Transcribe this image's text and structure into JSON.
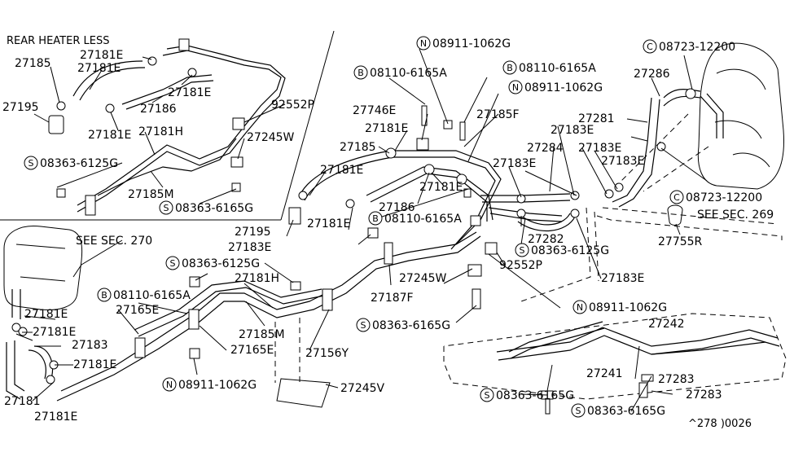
{
  "labels": [
    {
      "text": "REAR HEATER LESS",
      "name": "rear-heater-less-title"
    },
    {
      "text": "27181E",
      "name": "label-27181e"
    },
    {
      "text": "27185",
      "name": "label-27185"
    },
    {
      "text": "27181E",
      "name": "label-27181e"
    },
    {
      "text": "27195",
      "name": "label-27195"
    },
    {
      "text": "27181E",
      "name": "label-27181e"
    },
    {
      "text": "27186",
      "name": "label-27186"
    },
    {
      "text": "27181E",
      "name": "label-27181e"
    },
    {
      "text": "27181H",
      "name": "label-27181h"
    },
    {
      "text": "92552P",
      "name": "label-92552p"
    },
    {
      "text": "27245W",
      "name": "label-27245w"
    },
    {
      "text": "08363-6125G",
      "prefix": "S",
      "name": "label-08363-6125g"
    },
    {
      "text": "27185M",
      "name": "label-27185m"
    },
    {
      "text": "08363-6165G",
      "prefix": "S",
      "name": "label-08363-6165g"
    },
    {
      "text": "SEE SEC. 270",
      "name": "label-see-sec-270"
    },
    {
      "text": "08363-6125G",
      "prefix": "S",
      "name": "label-08363-6125g"
    },
    {
      "text": "27181H",
      "name": "label-27181h"
    },
    {
      "text": "08110-6165A",
      "prefix": "B",
      "name": "label-08110-6165a"
    },
    {
      "text": "27181E",
      "name": "label-27181e"
    },
    {
      "text": "27165E",
      "name": "label-27165e"
    },
    {
      "text": "27181E",
      "name": "label-27181e"
    },
    {
      "text": "27183",
      "name": "label-27183"
    },
    {
      "text": "27181E",
      "name": "label-27181e"
    },
    {
      "text": "27185M",
      "name": "label-27185m"
    },
    {
      "text": "27165E",
      "name": "label-27165e"
    },
    {
      "text": "27156Y",
      "name": "label-27156y"
    },
    {
      "text": "27181",
      "name": "label-27181"
    },
    {
      "text": "27181E",
      "name": "label-27181e"
    },
    {
      "text": "08911-1062G",
      "prefix": "N",
      "name": "label-08911-1062g"
    },
    {
      "text": "27245V",
      "name": "label-27245v"
    },
    {
      "text": "08911-1062G",
      "prefix": "N",
      "name": "label-08911-1062g"
    },
    {
      "text": "08110-6165A",
      "prefix": "B",
      "name": "label-08110-6165a"
    },
    {
      "text": "08110-6165A",
      "prefix": "B",
      "name": "label-08110-6165a"
    },
    {
      "text": "08911-1062G",
      "prefix": "N",
      "name": "label-08911-1062g"
    },
    {
      "text": "27746E",
      "name": "label-27746e"
    },
    {
      "text": "27185F",
      "name": "label-27185f"
    },
    {
      "text": "27181E",
      "name": "label-27181e"
    },
    {
      "text": "27183E",
      "name": "label-27183e"
    },
    {
      "text": "27185",
      "name": "label-27185"
    },
    {
      "text": "27284",
      "name": "label-27284"
    },
    {
      "text": "27183E",
      "name": "label-27183e"
    },
    {
      "text": "27181E",
      "name": "label-27181e"
    },
    {
      "text": "27183E",
      "name": "label-27183e"
    },
    {
      "text": "27183E",
      "name": "label-27183e"
    },
    {
      "text": "27181E",
      "name": "label-27181e"
    },
    {
      "text": "27186",
      "name": "label-27186"
    },
    {
      "text": "27195",
      "name": "label-27195"
    },
    {
      "text": "27181E",
      "name": "label-27181e"
    },
    {
      "text": "08110-6165A",
      "prefix": "B",
      "name": "label-08110-6165a"
    },
    {
      "text": "27282",
      "name": "label-27282"
    },
    {
      "text": "08363-6125G",
      "prefix": "S",
      "name": "label-08363-6125g"
    },
    {
      "text": "27183E",
      "name": "label-27183e"
    },
    {
      "text": "92552P",
      "name": "label-92552p"
    },
    {
      "text": "27187F",
      "name": "label-27187f"
    },
    {
      "text": "27245W",
      "name": "label-27245w"
    },
    {
      "text": "27183E",
      "name": "label-27183e"
    },
    {
      "text": "08363-6165G",
      "prefix": "S",
      "name": "label-08363-6165g"
    },
    {
      "text": "08911-1062G",
      "prefix": "N",
      "name": "label-08911-1062g"
    },
    {
      "text": "08723-12200",
      "prefix": "C",
      "name": "label-08723-12200"
    },
    {
      "text": "27286",
      "name": "label-27286"
    },
    {
      "text": "27281",
      "name": "label-27281"
    },
    {
      "text": "08723-12200",
      "prefix": "C",
      "name": "label-08723-12200"
    },
    {
      "text": "SEE SEC. 269",
      "name": "label-see-sec-269"
    },
    {
      "text": "27755R",
      "name": "label-27755r"
    },
    {
      "text": "27242",
      "name": "label-27242"
    },
    {
      "text": "27241",
      "name": "label-27241"
    },
    {
      "text": "27283",
      "name": "label-27283"
    },
    {
      "text": "08363-6165G",
      "prefix": "S",
      "name": "label-08363-6165g"
    },
    {
      "text": "27283",
      "name": "label-27283"
    },
    {
      "text": "08363-6165G",
      "prefix": "S",
      "name": "label-08363-6165g"
    },
    {
      "text": "^278 )0026",
      "name": "diagram-code-label"
    }
  ]
}
